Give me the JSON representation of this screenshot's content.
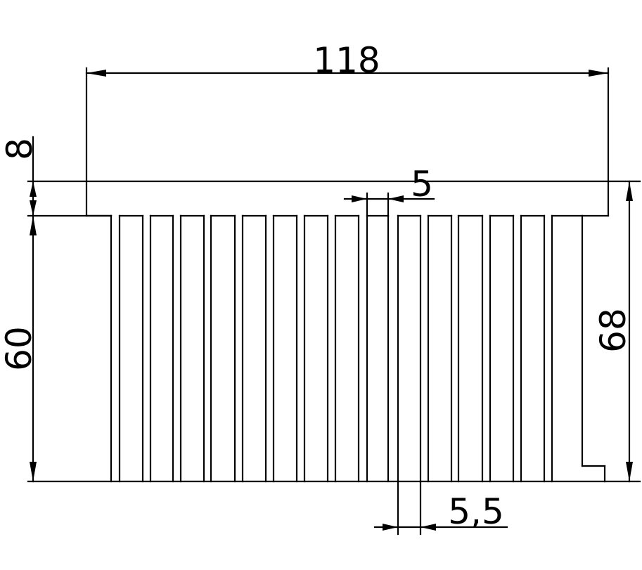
{
  "drawing": {
    "dimensions": {
      "overall_width": "118",
      "base_thickness": "8",
      "fin_height": "60",
      "total_height": "68",
      "fin_gap": "5",
      "fin_pitch": "5,5"
    },
    "colors": {
      "line": "#000000",
      "background": "#ffffff"
    }
  }
}
